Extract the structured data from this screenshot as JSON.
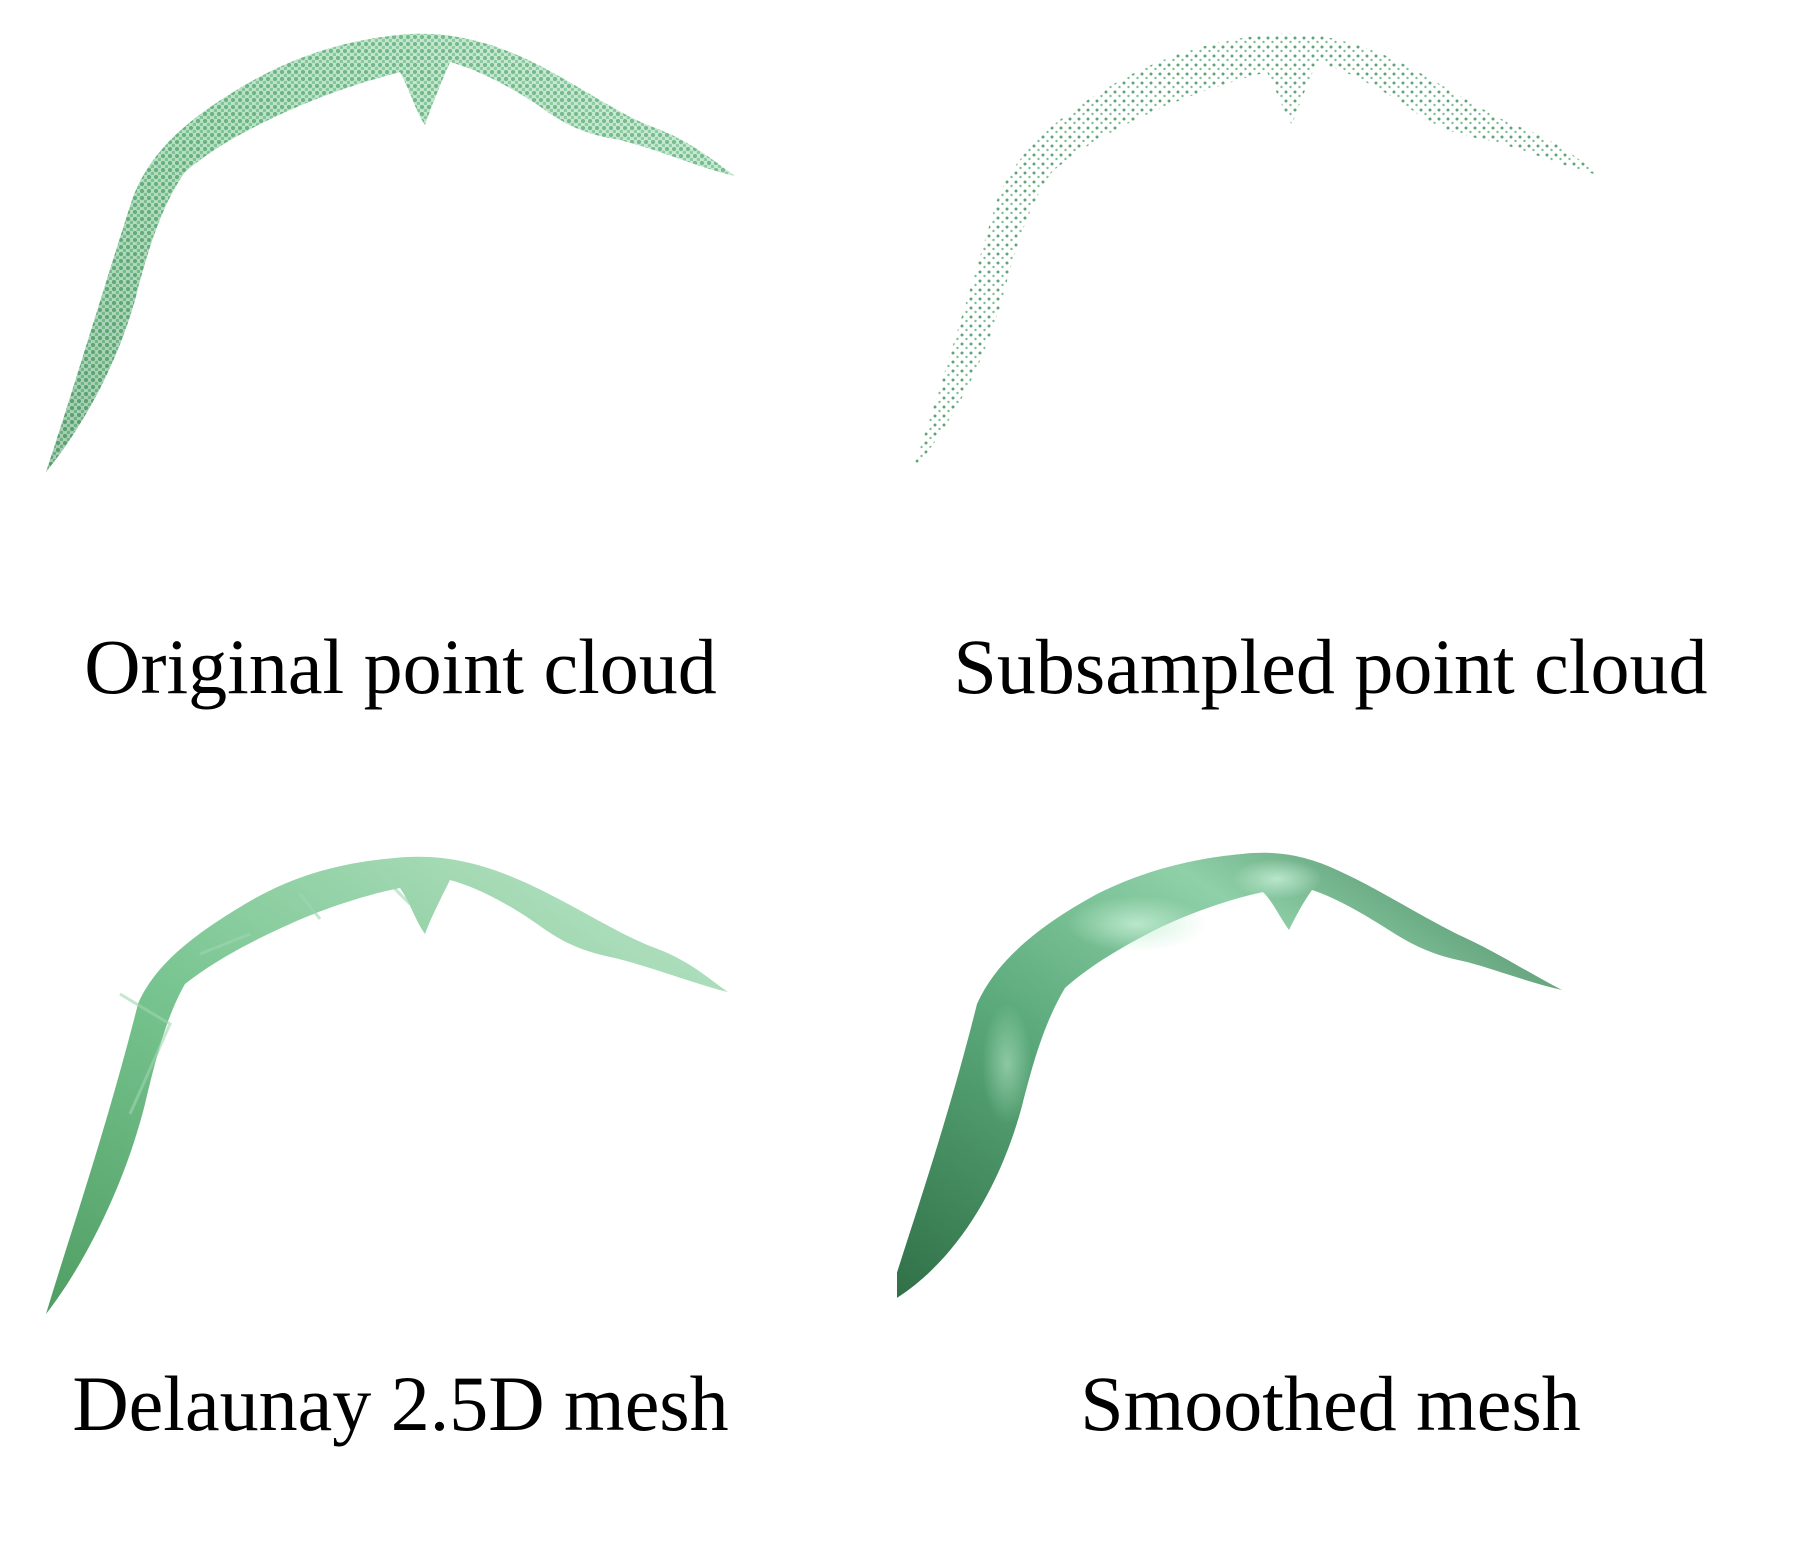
{
  "panels": [
    {
      "id": "original",
      "caption": "Original point cloud",
      "style": "dense-points",
      "color": "#6fb98a"
    },
    {
      "id": "subsampled",
      "caption": "Subsampled point cloud",
      "style": "sparse-points",
      "color": "#5fa878"
    },
    {
      "id": "delaunay",
      "caption": "Delaunay 2.5D mesh",
      "style": "flat-mesh",
      "color": "#7cc69a"
    },
    {
      "id": "smoothed",
      "caption": "Smoothed mesh",
      "style": "shaded-mesh",
      "color": "#4e9e72"
    }
  ]
}
